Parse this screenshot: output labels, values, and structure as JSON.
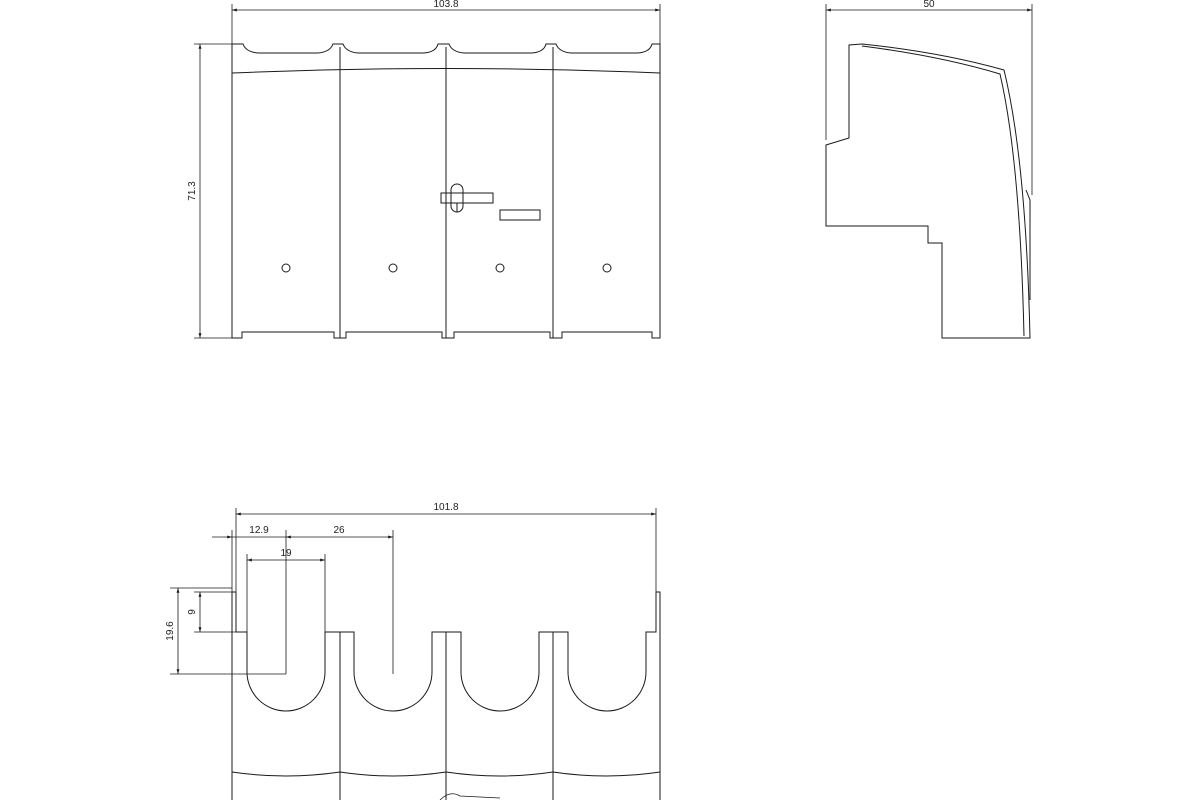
{
  "drawing": {
    "front_view": {
      "width_label": "103.8",
      "height_label": "71.3"
    },
    "side_view": {
      "depth_label": "50"
    },
    "bottom_view": {
      "overall_label": "101.8",
      "offset_label": "12.9",
      "pitch_label": "26",
      "slot_width_label": "19",
      "small_height_label": "9",
      "slot_height_label": "19.6"
    }
  }
}
